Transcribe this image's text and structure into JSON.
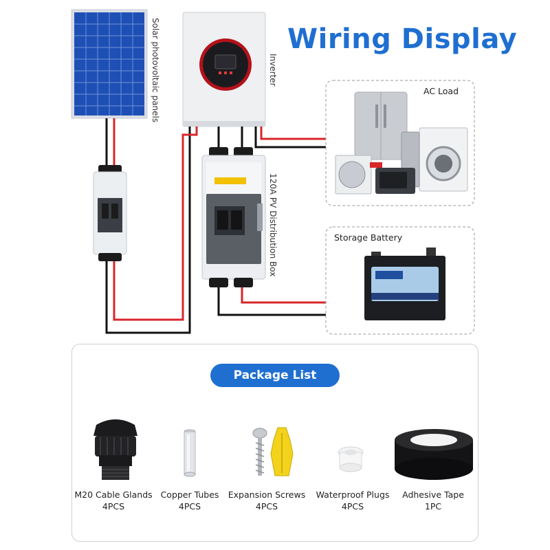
{
  "title": "Wiring Display",
  "labels": {
    "solar": "Solar photovoltaic panels",
    "inverter": "Inverter",
    "distribution_box": "120A PV Distribution Box",
    "ac_load": "AC Load",
    "battery": "Storage Battery"
  },
  "package": {
    "heading": "Package List",
    "items": [
      {
        "name": "M20 Cable Glands",
        "qty": "4PCS",
        "icon": "cable-gland-icon"
      },
      {
        "name": "Copper Tubes",
        "qty": "4PCS",
        "icon": "copper-tube-icon"
      },
      {
        "name": "Expansion Screws",
        "qty": "4PCS",
        "icon": "expansion-screw-icon"
      },
      {
        "name": "Waterproof Plugs",
        "qty": "4PCS",
        "icon": "waterproof-plug-icon"
      },
      {
        "name": "Adhesive Tape",
        "qty": "1PC",
        "icon": "adhesive-tape-icon"
      }
    ]
  },
  "colors": {
    "accent": "#1f6fd1",
    "wire_red": "#d8262b",
    "wire_black": "#111111",
    "panel_blue": "#1e4fb5"
  }
}
